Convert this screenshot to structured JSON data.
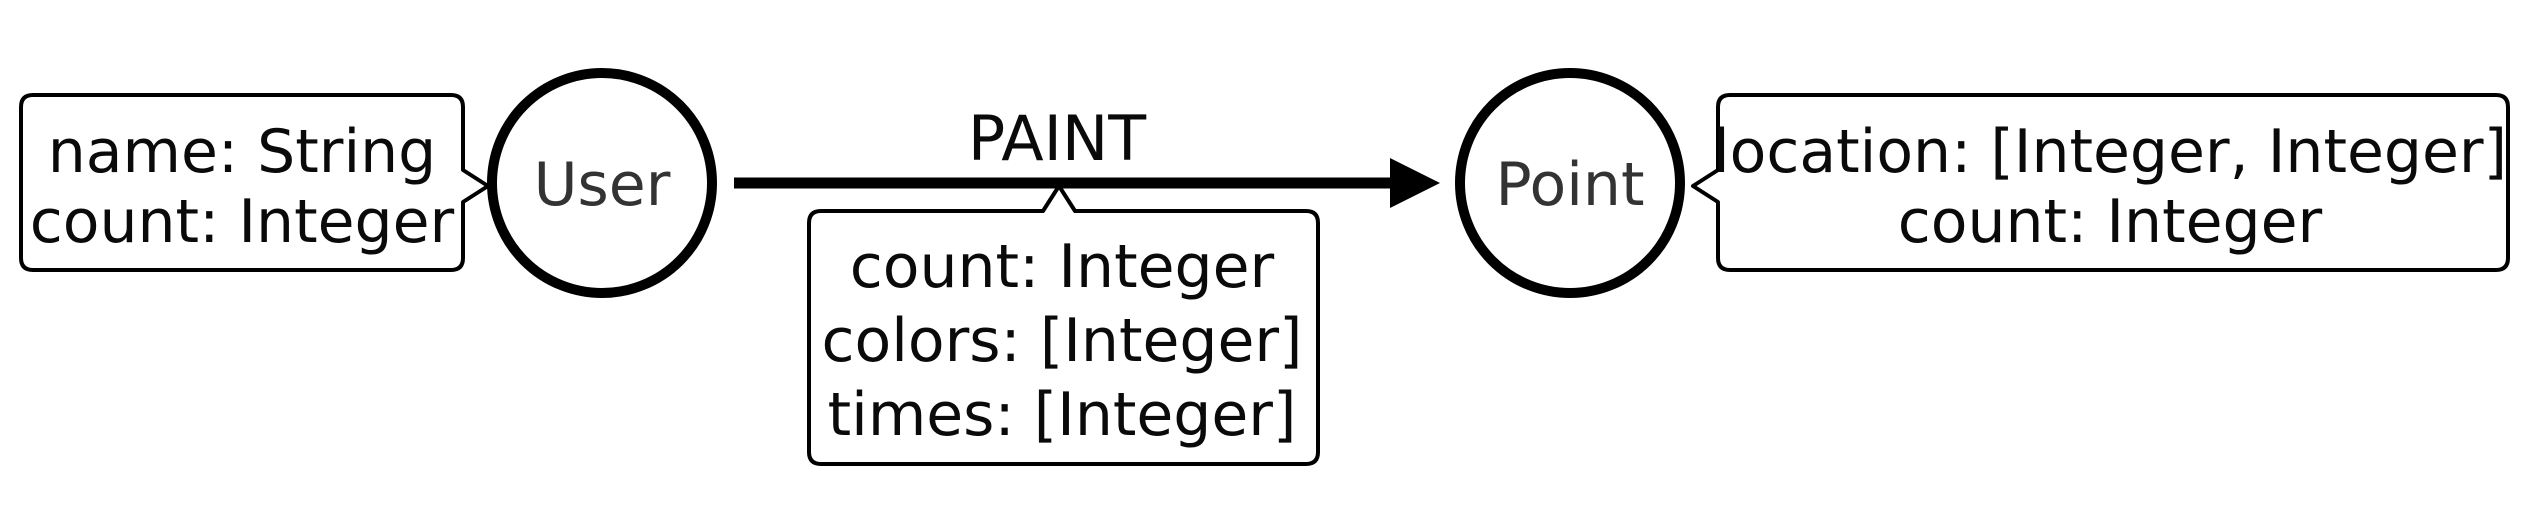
{
  "nodes": {
    "user": {
      "label": "User",
      "properties": [
        "name: String",
        "count: Integer"
      ]
    },
    "point": {
      "label": "Point",
      "properties": [
        "location: [Integer, Integer]",
        "count: Integer"
      ]
    }
  },
  "edge": {
    "label": "PAINT",
    "properties": [
      "count: Integer",
      "colors: [Integer]",
      "times: [Integer]"
    ]
  },
  "colors": {
    "stroke": "#000000",
    "text": "#0a0a0a",
    "node_text": "#333333",
    "background": "#ffffff"
  }
}
